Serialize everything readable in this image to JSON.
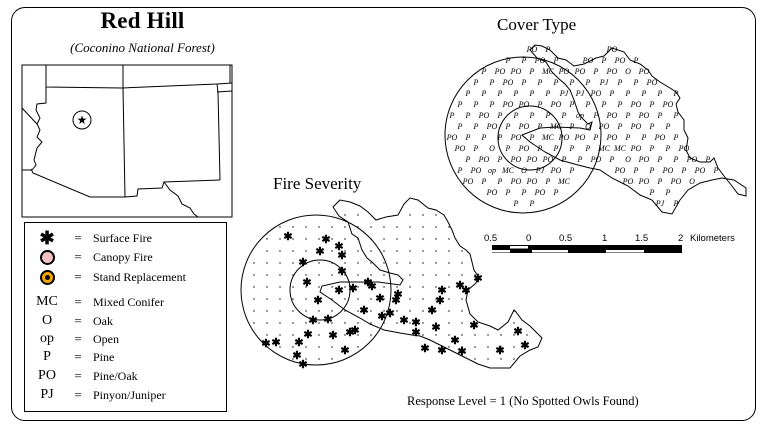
{
  "title": "Red Hill",
  "subtitle": "(Coconino National Forest)",
  "panels": {
    "cover_type": {
      "title": "Cover Type"
    },
    "fire_severity": {
      "title": "Fire Severity"
    }
  },
  "locator_map": {
    "region": "Arizona / New Mexico",
    "marker": "star-in-circle"
  },
  "legend": {
    "items": [
      {
        "symbol": "*",
        "symbol_type": "asterisk",
        "eq": "=",
        "label": "Surface Fire"
      },
      {
        "symbol": "",
        "symbol_type": "pink-circle",
        "color": "#f4c2c2",
        "eq": "=",
        "label": "Canopy Fire"
      },
      {
        "symbol": "",
        "symbol_type": "orange-bullseye",
        "color": "#f5a800",
        "eq": "=",
        "label": "Stand Replacement"
      },
      {
        "symbol": "MC",
        "symbol_type": "text",
        "eq": "=",
        "label": "Mixed Conifer"
      },
      {
        "symbol": "O",
        "symbol_type": "text",
        "eq": "=",
        "label": "Oak"
      },
      {
        "symbol": "op",
        "symbol_type": "text",
        "eq": "=",
        "label": "Open"
      },
      {
        "symbol": "P",
        "symbol_type": "text",
        "eq": "=",
        "label": "Pine"
      },
      {
        "symbol": "PO",
        "symbol_type": "text",
        "eq": "=",
        "label": "Pine/Oak"
      },
      {
        "symbol": "PJ",
        "symbol_type": "text",
        "eq": "=",
        "label": "Pinyon/Juniper"
      }
    ]
  },
  "scale_bar": {
    "ticks": [
      "0.5",
      "0",
      "0.5",
      "1",
      "1.5",
      "2"
    ],
    "unit": "Kilometers"
  },
  "response": "Response Level = 1 (No Spotted Owls Found)",
  "cover_labels": [
    "PO",
    "P",
    "PO",
    "P",
    "P",
    "PO",
    "P",
    "PO",
    "P",
    "PO",
    "P",
    "P",
    "PO",
    "PO",
    "P",
    "MC",
    "PO",
    "PO",
    "P",
    "PO",
    "O",
    "PO",
    "P",
    "P",
    "PO",
    "P",
    "P",
    "P",
    "P",
    "P",
    "PJ",
    "P",
    "P",
    "PO",
    "P",
    "P",
    "P",
    "P",
    "P",
    "P",
    "PJ",
    "PJ",
    "PO",
    "P",
    "P",
    "P",
    "P",
    "P",
    "P",
    "P",
    "P",
    "PO",
    "PO",
    "P",
    "PO",
    "P",
    "P",
    "P",
    "P",
    "PO",
    "P",
    "PO",
    "P",
    "P",
    "PO",
    "P",
    "P",
    "P",
    "P",
    "P",
    "op",
    "P",
    "PO",
    "P",
    "PO",
    "P",
    "P",
    "P",
    "P",
    "PO",
    "P",
    "PO",
    "P",
    "MC",
    "P",
    "O",
    "PO",
    "P",
    "PO",
    "P",
    "P",
    "PO",
    "P",
    "P",
    "P",
    "PO",
    "P",
    "MC",
    "PO",
    "PO",
    "P",
    "PO",
    "P",
    "P",
    "PO",
    "P",
    "PO",
    "P",
    "O",
    "P",
    "PO",
    "P",
    "P",
    "P",
    "P",
    "MC",
    "MC",
    "PO",
    "P",
    "P",
    "PO",
    "P",
    "PO",
    "P",
    "PO",
    "PO",
    "PO",
    "P",
    "P",
    "PO",
    "P",
    "O",
    "PO",
    "P",
    "P",
    "PO",
    "P",
    "P",
    "PO",
    "op",
    "MC",
    "O",
    "PJ"
  ]
}
